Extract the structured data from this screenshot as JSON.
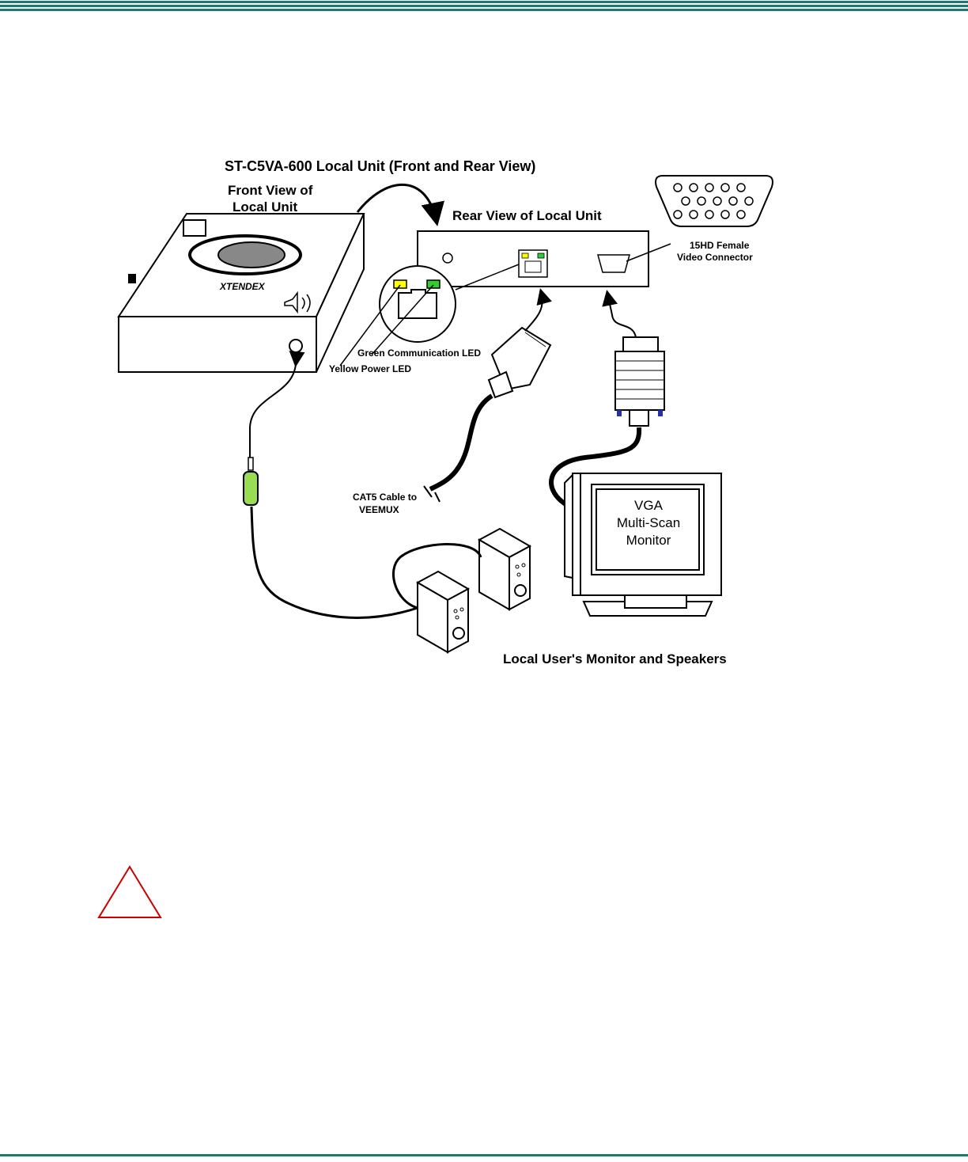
{
  "header_rule": {
    "color": "#1a7a6e"
  },
  "footer_rule": {
    "color": "#1a7a6e"
  },
  "diagram": {
    "title": "ST-C5VA-600 Local Unit   (Front and Rear View)",
    "front_view_label_line1": "Front View of",
    "front_view_label_line2": "Local Unit",
    "front_brand": "XTENDEX",
    "rear_view_label": "Rear View of Local Unit",
    "video_connector_label_line1": "15HD Female",
    "video_connector_label_line2": "Video Connector",
    "green_led_label": "Green Communication LED",
    "yellow_led_label": "Yellow Power LED",
    "cat5_label_line1": "CAT5 Cable to",
    "cat5_label_line2": "VEEMUX",
    "monitor_screen_line1": "VGA",
    "monitor_screen_line2": "Multi-Scan",
    "monitor_screen_line3": "Monitor",
    "bottom_label": "Local User's Monitor and Speakers",
    "colors": {
      "yellow_led": "#ffff00",
      "green_led": "#33cc33",
      "audio_plug": "#99dd55",
      "vga_pin": "#2233aa"
    }
  },
  "caution_icon": {
    "name": "caution-triangle-icon",
    "color": "#cc0000"
  }
}
